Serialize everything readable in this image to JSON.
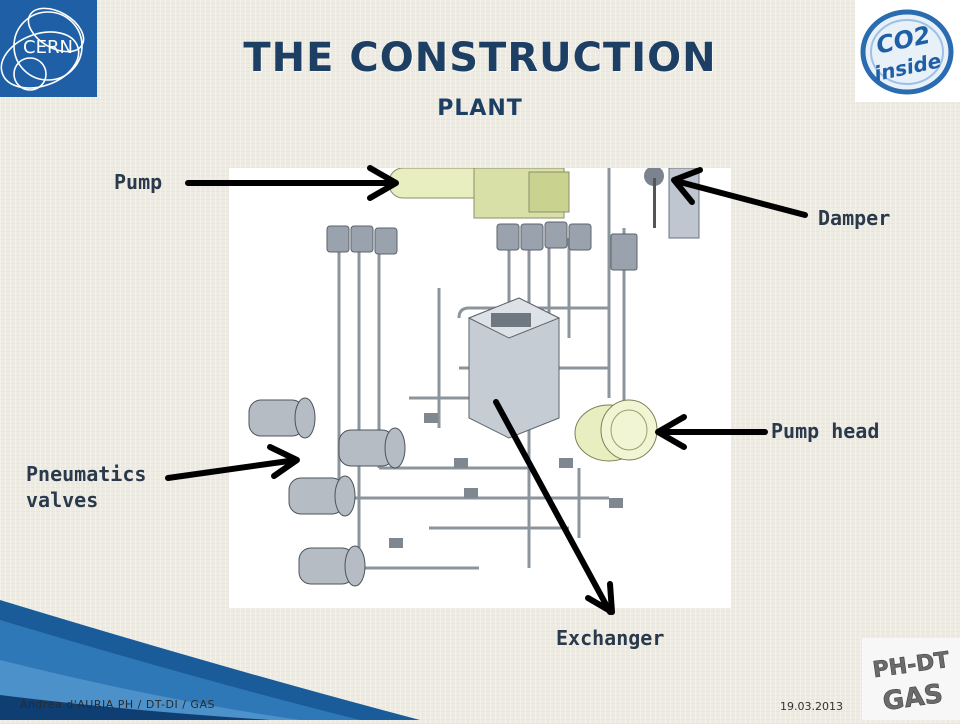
{
  "header": {
    "title": "THE CONSTRUCTION",
    "subtitle": "PLANT",
    "left_logo_text": "CERN",
    "right_logo_text_1": "CO2",
    "right_logo_text_2": "inside"
  },
  "labels": {
    "pump": "Pump",
    "damper": "Damper",
    "pump_head": "Pump head",
    "pneumatics_valves": "Pneumatics valves",
    "exchanger": "Exchanger"
  },
  "footer": {
    "author": "Andrea d'AURIA PH / DT-DI / GAS",
    "date": "19.03.2013",
    "logo_text_1": "PH-DT",
    "logo_text_2": "GAS"
  },
  "colors": {
    "title": "#1c3f63",
    "cern_blue": "#1f5fa6",
    "arrow": "#000000",
    "pump_body": "#e9eec0",
    "footer_blue": "#1a5c9a"
  }
}
